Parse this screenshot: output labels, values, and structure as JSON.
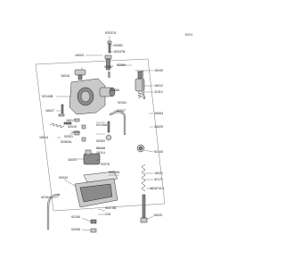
{
  "figure_ref": "E001",
  "part_labels": {
    "p92037A": "92037A",
    "p16016": "16016",
    "p92066": "92066",
    "p16012": "16012",
    "p92015": "92015",
    "p16003": "16003",
    "p92145A": "92145A",
    "p92037": "92037",
    "p92081": "92081",
    "p11012": "11012",
    "p92037B": "92037B",
    "p16027": "16027",
    "p16017": "16017",
    "p92161": "92161",
    "p16064": "16064",
    "p16025": "16025",
    "p92144B": "92144B",
    "p92069": "92069",
    "p16031": "16031",
    "p16014": "16014",
    "p92063": "92063",
    "p92001": "92001",
    "p92063A": "92063A",
    "p92144": "92144",
    "p16001": "16001",
    "p92075": "92075",
    "p16114": "16114",
    "p16021": "16021",
    "p92171": "92171",
    "p92055A": "92055A",
    "p16187A": "16187/A-1",
    "p92043": "92043",
    "p92190": "92190",
    "p92151A": "92151A",
    "p92075B": "92075B",
    "p226": "226",
    "p92055": "92055",
    "p16025B": "16025",
    "p16049": "16049"
  },
  "colors": {
    "line": "#444444",
    "part_fill": "#c9c9c9",
    "part_dark": "#8a8a8a",
    "background": "#ffffff"
  }
}
